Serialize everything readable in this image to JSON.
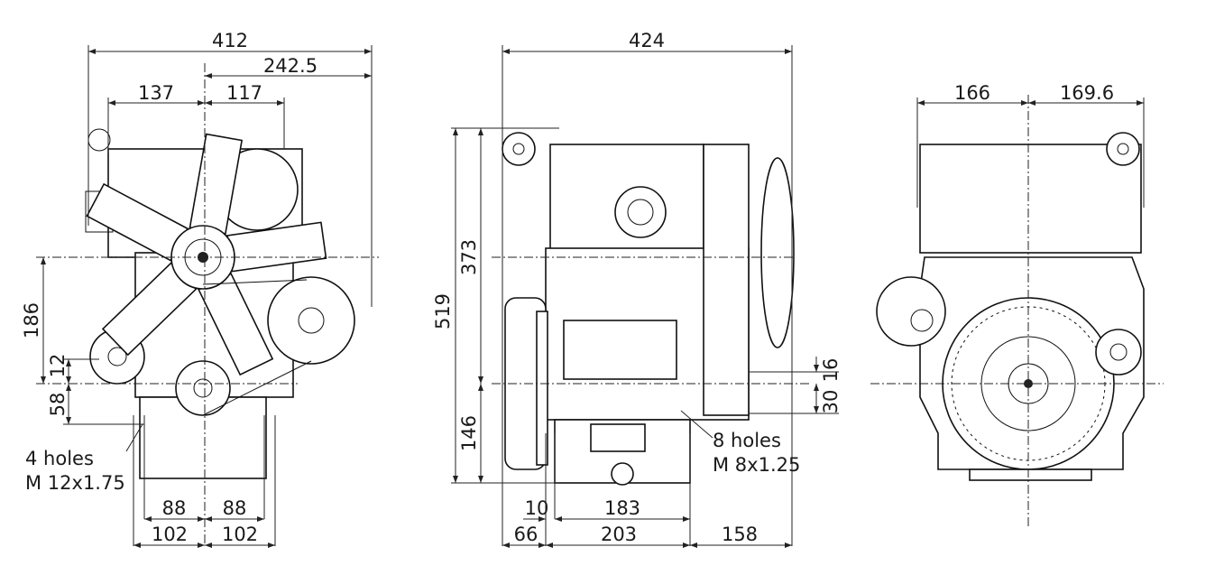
{
  "title": "Engine dimensional drawing",
  "views": {
    "front": {
      "width_total": "412",
      "width_right": "242.5",
      "left_offset": "137",
      "right_offset": "117",
      "height_186": "186",
      "height_12": "12",
      "height_58": "58",
      "holes_count": "4 holes",
      "holes_thread": "M 12x1.75",
      "foot_inner_left": "88",
      "foot_inner_right": "88",
      "foot_outer_left": "102",
      "foot_outer_right": "102"
    },
    "side": {
      "width_total": "424",
      "height_total": "519",
      "height_upper": "373",
      "height_lower": "146",
      "offset_16": "16",
      "offset_30": "30",
      "holes_count": "8 holes",
      "holes_thread": "M 8x1.25",
      "base_10": "10",
      "base_183": "183",
      "base_66": "66",
      "base_203": "203",
      "base_158": "158"
    },
    "rear": {
      "left_offset": "166",
      "right_offset": "169.6"
    }
  }
}
